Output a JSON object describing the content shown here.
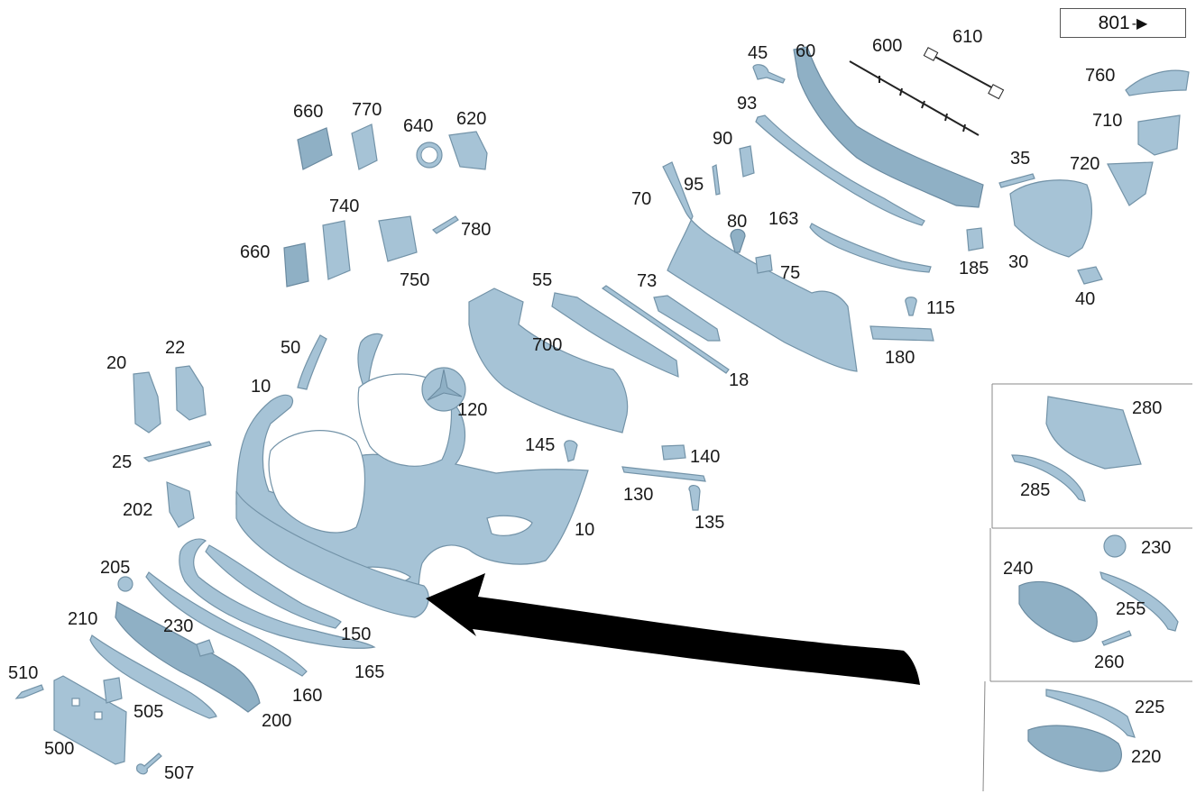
{
  "diagram": {
    "reference_box": {
      "label": "801",
      "arrow": "-▶"
    },
    "callouts": {
      "c801": "801",
      "c10a": "10",
      "c10b": "10",
      "c18": "18",
      "c20": "20",
      "c22": "22",
      "c25": "25",
      "c30": "30",
      "c35": "35",
      "c40": "40",
      "c45": "45",
      "c50": "50",
      "c55": "55",
      "c60": "60",
      "c70": "70",
      "c73": "73",
      "c75": "75",
      "c80": "80",
      "c90": "90",
      "c93": "93",
      "c95": "95",
      "c115": "115",
      "c120": "120",
      "c130": "130",
      "c135": "135",
      "c140": "140",
      "c145": "145",
      "c150": "150",
      "c160": "160",
      "c163": "163",
      "c165": "165",
      "c180": "180",
      "c185": "185",
      "c200": "200",
      "c202": "202",
      "c205": "205",
      "c210": "210",
      "c220": "220",
      "c225": "225",
      "c230a": "230",
      "c230b": "230",
      "c240": "240",
      "c255": "255",
      "c260": "260",
      "c280": "280",
      "c285": "285",
      "c500": "500",
      "c505": "505",
      "c507": "507",
      "c510": "510",
      "c600": "600",
      "c610": "610",
      "c620": "620",
      "c640": "640",
      "c660a": "660",
      "c660b": "660",
      "c700": "700",
      "c710": "710",
      "c720": "720",
      "c740": "740",
      "c750": "750",
      "c760": "760",
      "c770": "770",
      "c780": "780"
    },
    "colors": {
      "part_fill": "#a6c3d6",
      "part_stroke": "#7393a8",
      "label": "#1a1a1a",
      "arrow": "#000000"
    }
  }
}
